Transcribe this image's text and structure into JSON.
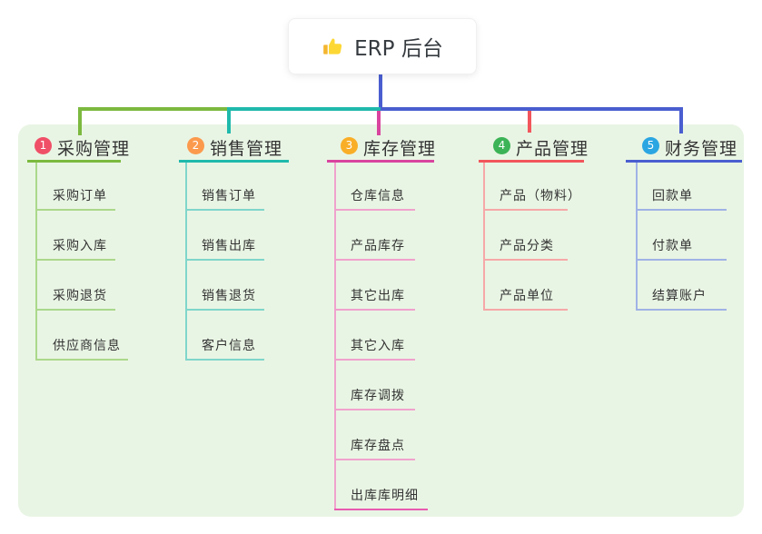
{
  "root": {
    "title": "ERP 后台",
    "icon": "thumbs-up-icon"
  },
  "palette": {
    "panel_background": "#e9f5e4",
    "root_connector_blue": "#4a5ed0",
    "text_dark": "#333333"
  },
  "branches": [
    {
      "num": "1",
      "label": "采购管理",
      "badge_color": "#f04f68",
      "line_color": "#7cb93f",
      "line_color_light": "#abd88b",
      "items": [
        "采购订单",
        "采购入库",
        "采购退货",
        "供应商信息"
      ]
    },
    {
      "num": "2",
      "label": "销售管理",
      "badge_color": "#fb9a4d",
      "line_color": "#1fb9ac",
      "line_color_light": "#7fd6cb",
      "items": [
        "销售订单",
        "销售出库",
        "销售退货",
        "客户信息"
      ]
    },
    {
      "num": "3",
      "label": "库存管理",
      "badge_color": "#f9ae27",
      "line_color": "#d9449f",
      "line_color_light": "#f0a2cd",
      "items": [
        "仓库信息",
        "产品库存",
        "其它出库",
        "其它入库",
        "库存调拨",
        "库存盘点",
        "出库库明细"
      ]
    },
    {
      "num": "4",
      "label": "产品管理",
      "badge_color": "#3bb356",
      "line_color": "#f2565c",
      "line_color_light": "#f6a8a8",
      "items": [
        "产品（物料）",
        "产品分类",
        "产品单位"
      ]
    },
    {
      "num": "5",
      "label": "财务管理",
      "badge_color": "#2ba6e2",
      "line_color": "#4a5ed0",
      "line_color_light": "#9fb2e6",
      "items": [
        "回款单",
        "付款单",
        "结算账户"
      ]
    }
  ]
}
